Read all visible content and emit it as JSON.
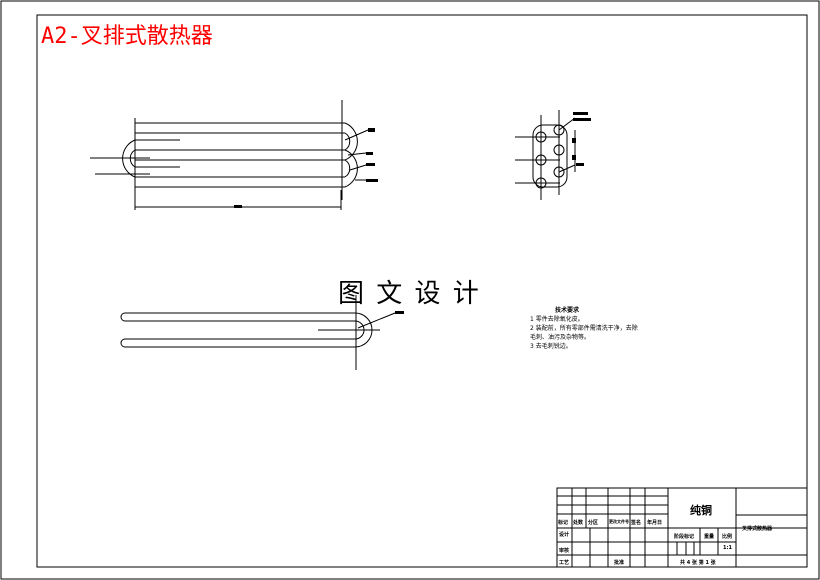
{
  "title": "A2-叉排式散热器",
  "title_color": "#ff0000",
  "watermark": "图 文 设 计",
  "tech_req": {
    "heading": "技术要求",
    "items": [
      "1 零件去除氧化皮。",
      "2 装配前，所有零部件需清洗干净，去除",
      "  毛刺、油污及杂物等。",
      "3 去毛刺锐边。"
    ]
  },
  "title_block": {
    "material": "纯铜",
    "drawing_name": "叉排式散热器",
    "headers": [
      "标记",
      "处数",
      "分区",
      "更改文件号",
      "签名",
      "年月日"
    ],
    "design": "设计",
    "check": "审核",
    "process": "工艺",
    "approve": "批准",
    "stage": "阶段标记",
    "weight": "重量",
    "scale_label": "比例",
    "scale": "1:1",
    "sheets": "共 4 张 第 1 张"
  }
}
